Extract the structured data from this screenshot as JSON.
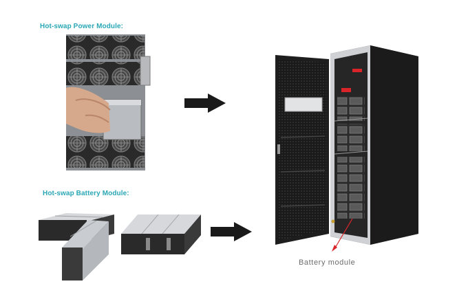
{
  "headings": {
    "power_module": "Hot-swap Power Module:",
    "battery_module": "Hot-swap Battery Module:"
  },
  "captions": {
    "battery_module": "Battery module"
  },
  "icons": {
    "arrow_top": "right-arrow-icon",
    "arrow_bottom": "right-arrow-icon"
  },
  "colors": {
    "heading": "#2aa7b5",
    "caption": "#6b6b6b",
    "pointer_line": "#d9252a",
    "cabinet": "#1e1e1e",
    "module_silver": "#c9ccd0"
  }
}
